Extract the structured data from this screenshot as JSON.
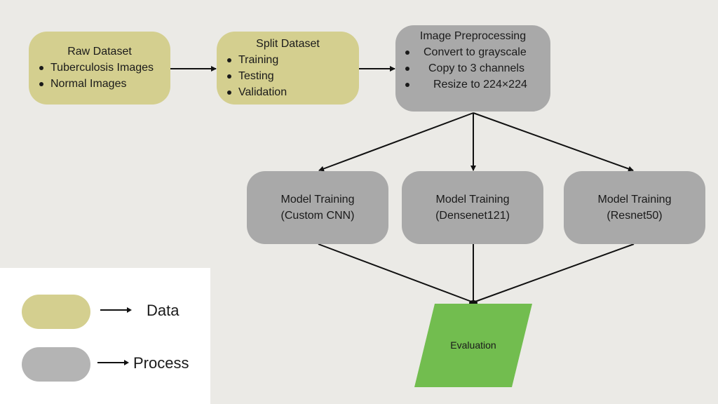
{
  "nodes": {
    "raw_dataset": {
      "title": "Raw Dataset",
      "items": [
        "Tuberculosis Images",
        "Normal Images"
      ],
      "category": "data"
    },
    "split_dataset": {
      "title": "Split Dataset",
      "items": [
        "Training",
        "Testing",
        "Validation"
      ],
      "category": "data"
    },
    "image_preprocessing": {
      "title": "Image Preprocessing",
      "items": [
        "Convert to grayscale",
        "Copy to 3 channels",
        "Resize to 224×224"
      ],
      "category": "process"
    },
    "model_custom_cnn": {
      "title": "Model Training",
      "subtitle": "(Custom CNN)",
      "category": "process"
    },
    "model_densenet": {
      "title": "Model Training",
      "subtitle": "(Densenet121)",
      "category": "process"
    },
    "model_resnet": {
      "title": "Model Training",
      "subtitle": "(Resnet50)",
      "category": "process"
    },
    "evaluation": {
      "title": "Evaluation",
      "category": "output"
    }
  },
  "edges": [
    [
      "raw_dataset",
      "split_dataset"
    ],
    [
      "split_dataset",
      "image_preprocessing"
    ],
    [
      "image_preprocessing",
      "model_custom_cnn"
    ],
    [
      "image_preprocessing",
      "model_densenet"
    ],
    [
      "image_preprocessing",
      "model_resnet"
    ],
    [
      "model_custom_cnn",
      "evaluation"
    ],
    [
      "model_densenet",
      "evaluation"
    ],
    [
      "model_resnet",
      "evaluation"
    ]
  ],
  "legend": {
    "items": [
      {
        "label": "Data",
        "color": "#d4cf8f"
      },
      {
        "label": "Process",
        "color": "#b4b4b4"
      }
    ]
  },
  "colors": {
    "data": "#d4cf8f",
    "process": "#a9a9a9",
    "evaluation": "#72bd4f",
    "background": "#ebeae6"
  }
}
